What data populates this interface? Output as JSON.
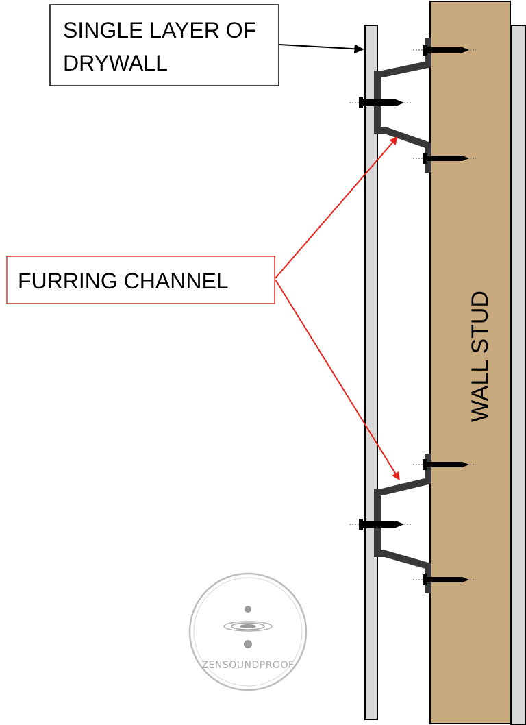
{
  "labels": {
    "drywall_line1": "SINGLE LAYER OF",
    "drywall_line2": "DRYWALL",
    "furring_channel": "FURRING CHANNEL",
    "wall_stud": "WALL STUD"
  },
  "logo": {
    "text": "ZENSOUNDPROOF"
  },
  "colors": {
    "stud": "#c9aa7e",
    "drywall": "#d7d7d7",
    "channel": "#383838",
    "annotation_arrow": "#e8231c",
    "callout_border_red": "#d9372f",
    "callout_border_black": "#000000",
    "logo": "#a8a8a8"
  }
}
